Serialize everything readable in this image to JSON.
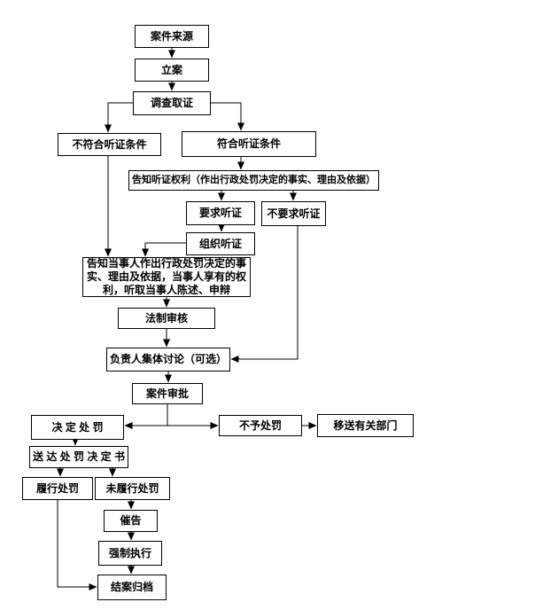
{
  "flowchart": {
    "nodes": {
      "case_source": {
        "label": "案件来源"
      },
      "file_case": {
        "label": "立案"
      },
      "investigation": {
        "label": "调查取证"
      },
      "not_meet_hearing_conditions": {
        "label": "不符合听证条件"
      },
      "meet_hearing_conditions": {
        "label": "符合听证条件"
      },
      "inform_hearing_rights": {
        "label": "告知听证权利（作出行政处罚决定的事实、理由及依据）"
      },
      "request_hearing": {
        "label": "要求听证"
      },
      "no_request_hearing": {
        "label": "不要求听证"
      },
      "organize_hearing": {
        "label": "组织听证"
      },
      "inform_party": {
        "label": "告知当事人作出行政处罚决定的事实、理由及依据，当事人享有的权利，听取当事人陈述、申辩"
      },
      "legal_review": {
        "label": "法制审核"
      },
      "collective_discussion": {
        "label": "负责人集体讨论（可选）"
      },
      "case_approval": {
        "label": "案件审批"
      },
      "decide_penalty": {
        "label": "决 定 处 罚"
      },
      "no_penalty": {
        "label": "不予处罚"
      },
      "transfer_department": {
        "label": "移送有关部门"
      },
      "serve_decision": {
        "label": "送 达 处 罚 决 定 书"
      },
      "perform_penalty": {
        "label": "履行处罚"
      },
      "not_perform_penalty": {
        "label": "未履行处罚"
      },
      "demand_notice": {
        "label": "催告"
      },
      "compulsory_enforcement": {
        "label": "强制执行"
      },
      "close_and_archive": {
        "label": "结案归档"
      }
    },
    "colors": {
      "background": "#ffffff",
      "box_border": "#000000",
      "line": "#000000",
      "text": "#000000"
    }
  }
}
